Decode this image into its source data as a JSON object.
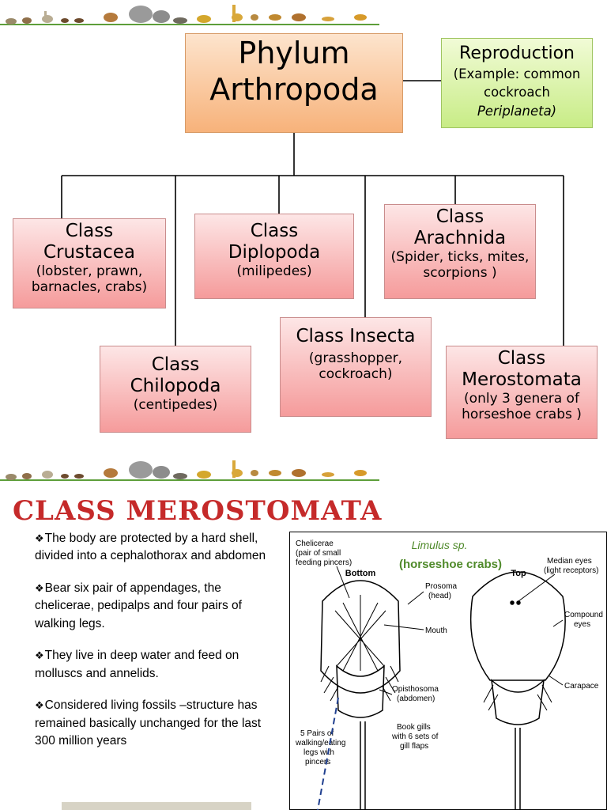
{
  "slide1": {
    "root": {
      "line1": "Phylum",
      "line2": "Arthropoda"
    },
    "side_box": {
      "title": "Reproduction",
      "line1": "(Example: common",
      "line2": "cockroach",
      "line3": "Periplaneta)"
    },
    "classes": [
      {
        "title_1": "Class",
        "title_2": "Crustacea",
        "desc_1": "(lobster, prawn,",
        "desc_2": "barnacles, crabs)"
      },
      {
        "title_1": "Class",
        "title_2": "Diplopoda",
        "desc_1": "(milipedes)"
      },
      {
        "title_1": "Class",
        "title_2": "Arachnida",
        "desc_1": "(Spider, ticks, mites,",
        "desc_2": "scorpions )"
      },
      {
        "title_1": "Class",
        "title_2": "Chilopoda",
        "desc_1": "(centipedes)"
      },
      {
        "title_1": "Class Insecta",
        "desc_1": "(grasshopper,",
        "desc_2": "cockroach)"
      },
      {
        "title_1": "Class",
        "title_2": "Merostomata",
        "desc_1": "(only 3 genera of",
        "desc_2": "horseshoe crabs )"
      }
    ],
    "colors": {
      "class_box": "#f59b9b",
      "root_box": "#f7b27a",
      "side_box": "#c8ec86",
      "connector": "#000000"
    }
  },
  "slide2": {
    "title": "Class Merostomata",
    "bullet_icon": "diamond-bullet-icon",
    "bullets": [
      "The body are protected by a hard shell, divided into a cephalothorax and abdomen",
      "Bear six pair of appendages, the chelicerae, pedipalps and four pairs of walking legs.",
      "They live in deep water and feed on molluscs and annelids.",
      "Considered living fossils –structure has remained basically unchanged for the last 300 million years"
    ],
    "diagram": {
      "species": "Limulus sp.",
      "common_name": "(horseshoe crabs)",
      "view_bottom": "Bottom",
      "view_top": "Top",
      "labels": {
        "chelicerae_1": "Chelicerae",
        "chelicerae_2": "(pair of small",
        "chelicerae_3": "feeding pincers)",
        "prosoma_1": "Prosoma",
        "prosoma_2": "(head)",
        "mouth": "Mouth",
        "opisthosoma_1": "Opisthosoma",
        "opisthosoma_2": "(abdomen)",
        "legs_1": "5 Pairs of",
        "legs_2": "walking/eating",
        "legs_3": "legs with",
        "legs_4": "pincers",
        "gills_1": "Book gills",
        "gills_2": "with 6 sets of",
        "gills_3": "gill flaps",
        "median_1": "Median eyes",
        "median_2": "(light receptors)",
        "compound_1": "Compound",
        "compound_2": "eyes",
        "carapace": "Carapace"
      }
    },
    "colors": {
      "title": "#c52a2a",
      "species": "#4f8a2a",
      "common_name": "#4f8a2a"
    }
  },
  "banner": {
    "icon": "animal-silhouettes-banner-icon"
  }
}
